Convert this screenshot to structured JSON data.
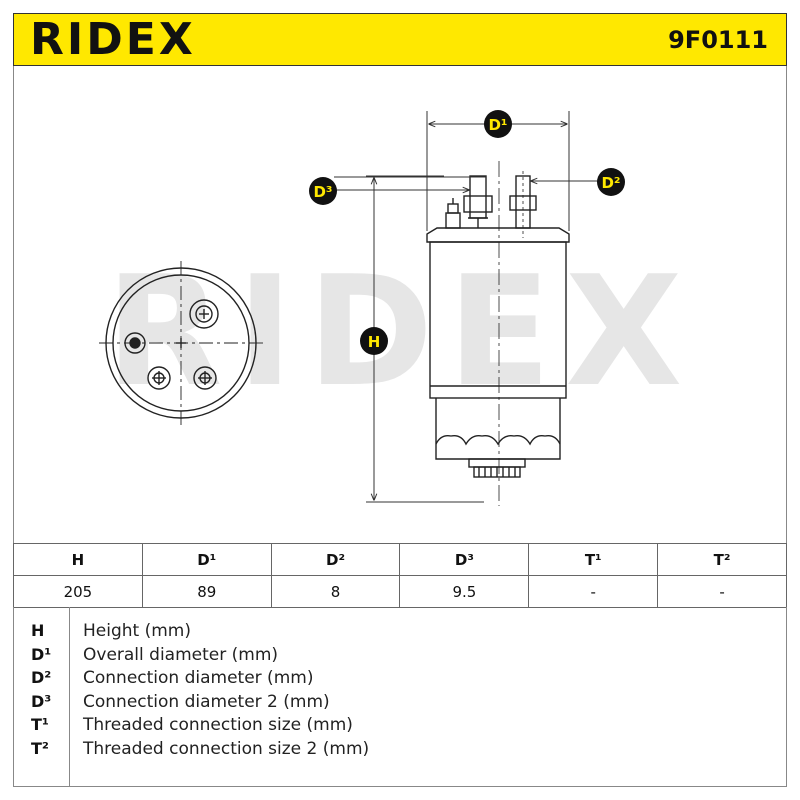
{
  "header": {
    "brand": "RIDEX",
    "part_number": "9F0111"
  },
  "watermark": "RIDEX",
  "diagram": {
    "labels": {
      "d1": "D¹",
      "d2": "D²",
      "d3": "D³",
      "h": "H"
    }
  },
  "table": {
    "headers": [
      "H",
      "D¹",
      "D²",
      "D³",
      "T¹",
      "T²"
    ],
    "values": [
      "205",
      "89",
      "8",
      "9.5",
      "-",
      "-"
    ]
  },
  "legend": [
    {
      "symbol": "H",
      "description": "Height (mm)"
    },
    {
      "symbol": "D¹",
      "description": "Overall diameter (mm)"
    },
    {
      "symbol": "D²",
      "description": "Connection diameter (mm)"
    },
    {
      "symbol": "D³",
      "description": "Connection diameter 2 (mm)"
    },
    {
      "symbol": "T¹",
      "description": "Threaded connection size (mm)"
    },
    {
      "symbol": "T²",
      "description": "Threaded connection size 2 (mm)"
    }
  ],
  "colors": {
    "header_bg": "#ffe800",
    "label_circle": "#111111",
    "label_text": "#ffe800",
    "watermark": "#e6e6e6"
  }
}
